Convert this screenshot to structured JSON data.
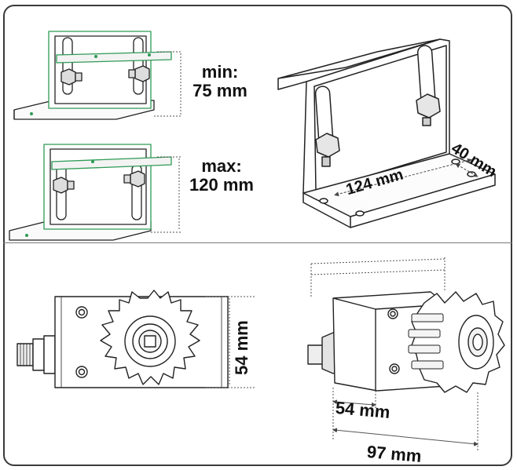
{
  "labels": {
    "min_title": "min:",
    "min_value": "75 mm",
    "max_title": "max:",
    "max_value": "120 mm",
    "bracket_width": "124 mm",
    "bracket_depth": "40 mm",
    "motor_height": "54 mm",
    "motor_depth": "54 mm",
    "total_depth": "97 mm"
  },
  "colors": {
    "outline": "#222222",
    "frame": "#3a3a3a",
    "accent_green": "#2e9a55",
    "dimension": "#555555"
  }
}
